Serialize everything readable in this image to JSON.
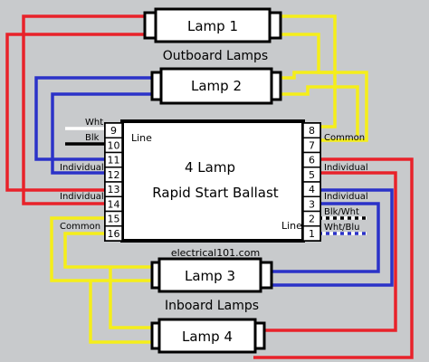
{
  "lamps": {
    "lamp1": "Lamp 1",
    "lamp2": "Lamp 2",
    "lamp3": "Lamp 3",
    "lamp4": "Lamp 4",
    "outboard_label": "Outboard Lamps",
    "inboard_label": "Inboard Lamps"
  },
  "ballast": {
    "line1": "4 Lamp",
    "line2": "Rapid Start Ballast",
    "line_left": "Line",
    "line_right": "Line",
    "credit": "electrical101.com"
  },
  "terminals_left": [
    "9",
    "10",
    "11",
    "12",
    "13",
    "14",
    "15",
    "16"
  ],
  "terminals_right": [
    "8",
    "7",
    "6",
    "5",
    "4",
    "3",
    "2",
    "1"
  ],
  "labels": {
    "wht": "Wht",
    "blk": "Blk",
    "individual_upper": "Individual",
    "individual_lower": "Individual",
    "common_left": "Common",
    "common_right": "Common",
    "individual_right_upper": "Individual",
    "individual_right_lower": "Individual",
    "blk_wht": "Blk/Wht",
    "wht_blu": "Wht/Blu"
  },
  "colors": {
    "red": "#e8222a",
    "blue": "#2b32c8",
    "yellow": "#f5ee1a",
    "black": "#000000",
    "white": "#ffffff",
    "background": "#c8cacc"
  }
}
